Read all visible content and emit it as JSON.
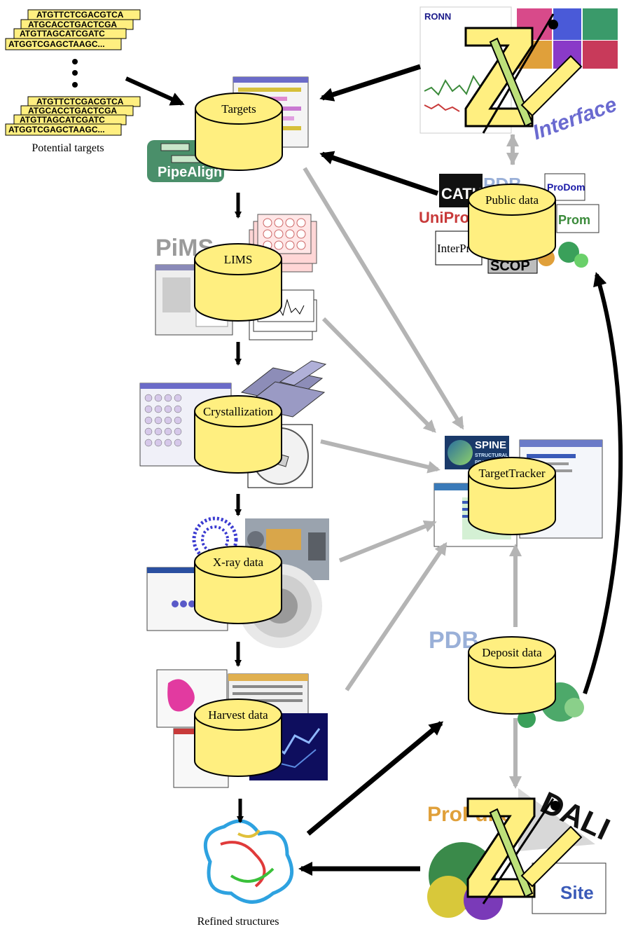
{
  "sequences": {
    "group_top": [
      "ATGTTCTCGACGTCA",
      "ATGCACCTGACTCGA",
      "ATGTTAGCATCGATC",
      "ATGGTCGAGCTAAGC..."
    ],
    "group_bottom": [
      "ATGTTCTCGACGTCA",
      "ATGCACCTGACTCGA",
      "ATGTTAGCATCGATC",
      "ATGGTCGAGCTAAGC..."
    ],
    "caption": "Potential targets"
  },
  "databases": {
    "targets": "Targets",
    "lims": "LIMS",
    "crystallization": "Crystallization",
    "xray": "X-ray data",
    "harvest": "Harvest data",
    "public": "Public data",
    "tracker": "TargetTracker",
    "deposit": "Deposit data"
  },
  "captions": {
    "refined": "Refined structures"
  },
  "logos": {
    "pipealign": "PipeAlign",
    "pims": "PiMS",
    "ronn": "RONN",
    "interface": "Interface",
    "pdb": "PDB",
    "cath": "CATH",
    "prodom": "ProDom",
    "uniprot": "UniProt",
    "prom": "Prom",
    "interpro": "InterPro",
    "scop": "SCOP",
    "spine": "SPINE",
    "structural": "STRUCTURAL",
    "proteomics": "PROTEOMICS",
    "pdb_deposit": "PDB",
    "profunc": "ProFunc",
    "dali": "DALI",
    "site": "Site"
  },
  "colors": {
    "database_fill": "#ffef80",
    "sequence_fill": "#ffef80",
    "black_arrow": "#000000",
    "grey_arrow": "#b4b4b4"
  }
}
